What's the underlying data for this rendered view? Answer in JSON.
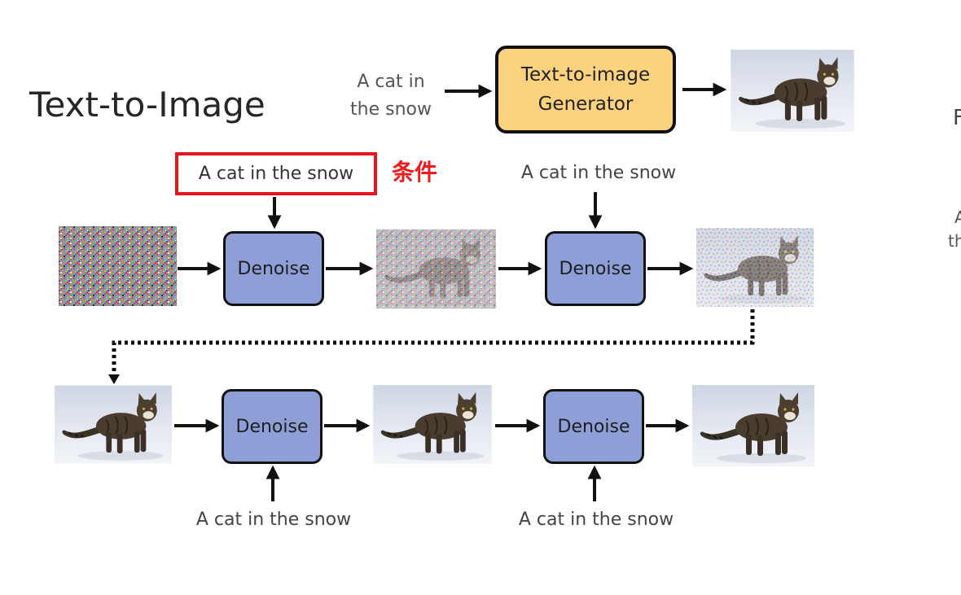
{
  "slide": {
    "title": "Text-to-Image",
    "condition_label": "条件"
  },
  "overview": {
    "input_line1": "A cat in",
    "input_line2": "the snow",
    "generator_line1": "Text-to-image",
    "generator_line2": "Generator"
  },
  "pipeline": {
    "prompt": "A cat in the snow",
    "denoise_label": "Denoise"
  },
  "right_edge": {
    "letter1": "F",
    "letter2": "A",
    "letter3": "th"
  },
  "colors": {
    "generator_fill": "#fcd27e",
    "denoise_fill": "#8e9fd8",
    "highlight_red": "#e8141c"
  }
}
